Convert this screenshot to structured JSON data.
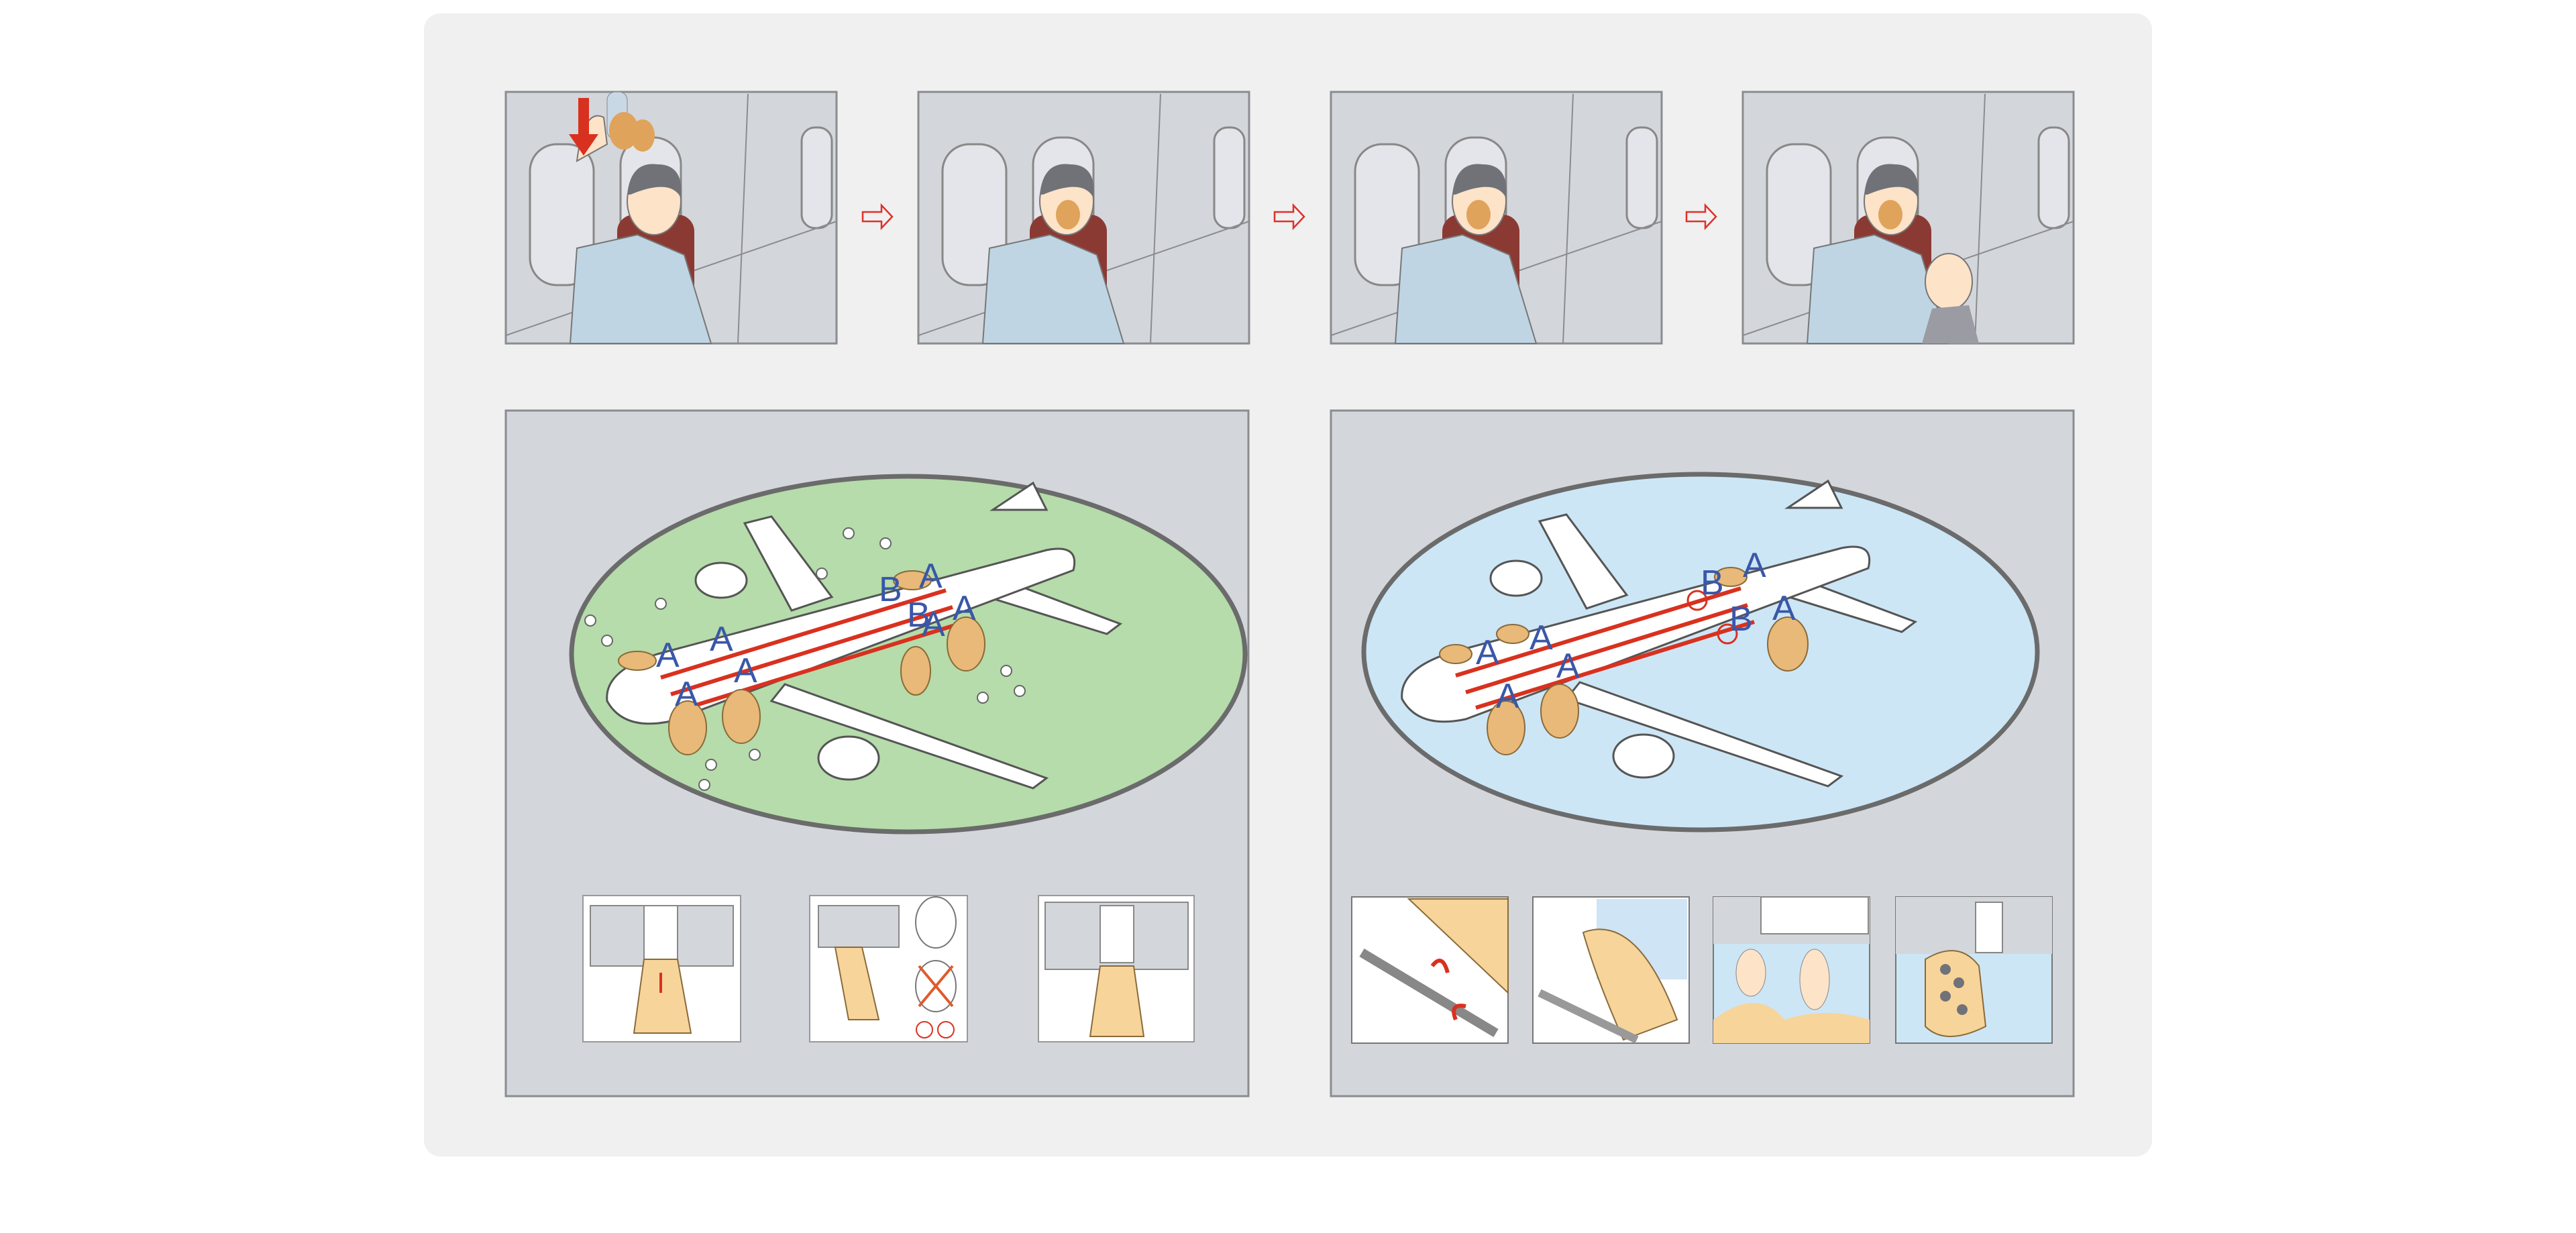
{
  "colors": {
    "card_bg": "#f0f0f0",
    "panel_bg": "#d3d6db",
    "land": "#b5dcaa",
    "water": "#cce6f6",
    "slide": "#f7d49a",
    "arrow_red": "#d9311f",
    "seat_red": "#8b3a33",
    "shirt": "#bfd5e3",
    "label_blue": "#3a57a8"
  },
  "oxygen_steps": [
    {
      "name": "pull-mask-down"
    },
    {
      "name": "place-mask-over-face"
    },
    {
      "name": "tighten-strap"
    },
    {
      "name": "help-child-with-mask"
    }
  ],
  "land_evacuation": {
    "exit_labels": [
      "A",
      "A",
      "A",
      "A",
      "A",
      "A",
      "A",
      "B",
      "B"
    ]
  },
  "water_evacuation": {
    "exit_labels": [
      "A",
      "A",
      "A",
      "A",
      "A",
      "A",
      "B",
      "B"
    ]
  },
  "slide_cards": [
    "slide-jump-evacuation",
    "slide-sit-no-heels",
    "slide-double-lane"
  ],
  "raft_cards": [
    "release-raft-handle",
    "detach-raft",
    "cut-mooring-line",
    "board-raft"
  ]
}
